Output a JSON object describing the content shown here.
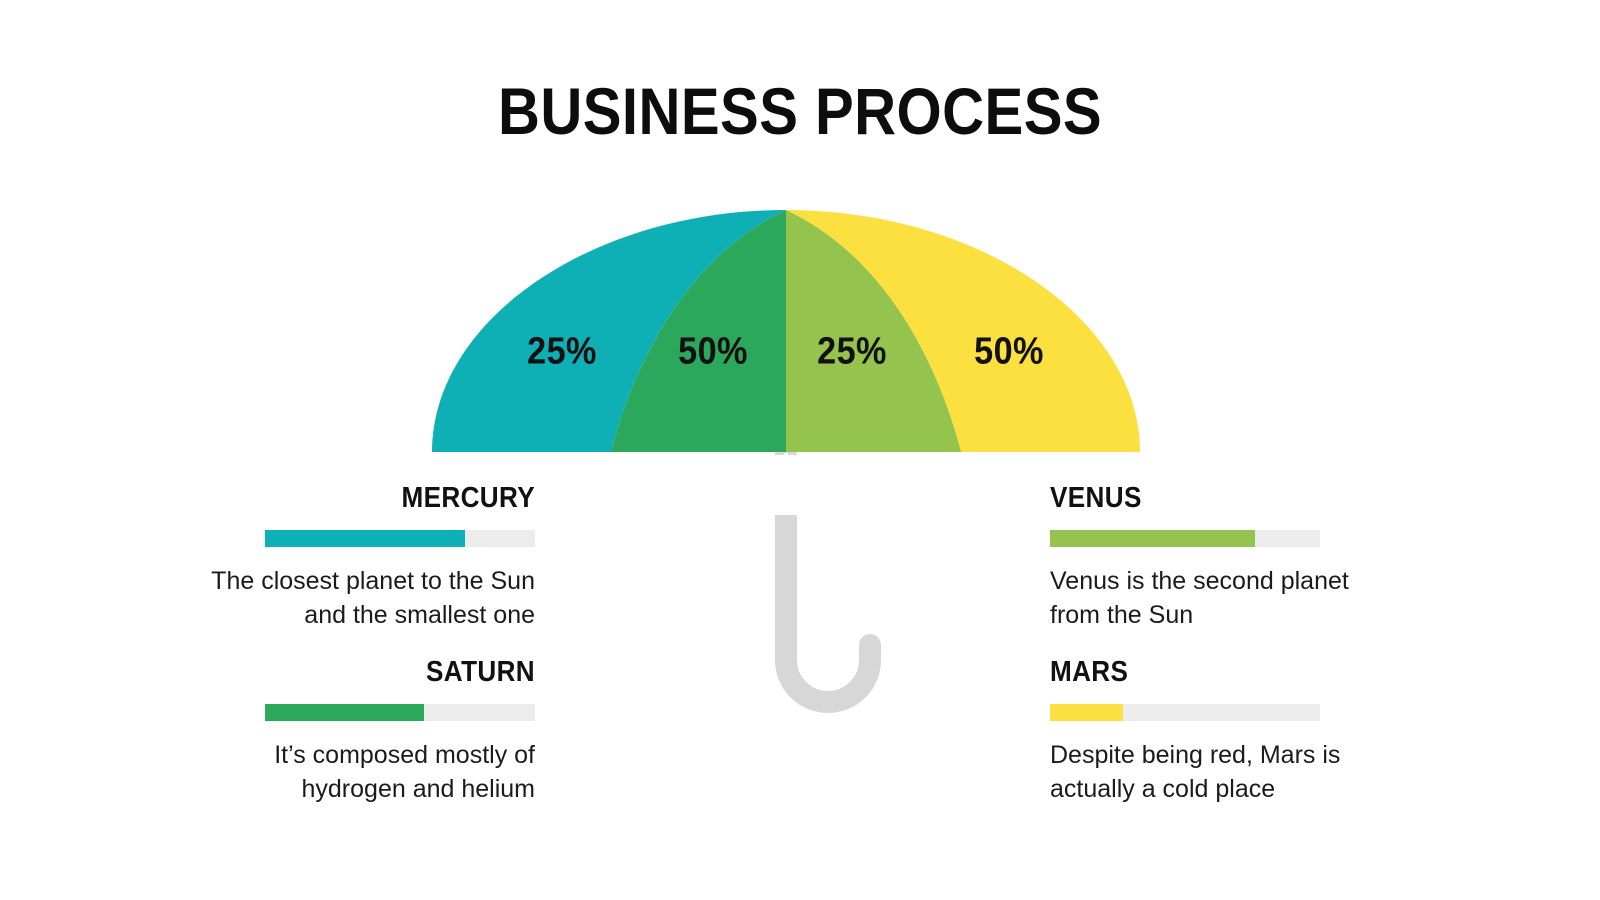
{
  "slide": {
    "title": "BUSINESS PROCESS",
    "background": "#ffffff"
  },
  "umbrella": {
    "handle_color": "#d7d7d7",
    "panels": [
      {
        "name": "teal-panel",
        "percent": "25%",
        "color": "#0fb0b5"
      },
      {
        "name": "green-panel",
        "percent": "50%",
        "color": "#2ba85c"
      },
      {
        "name": "light-green-panel",
        "percent": "25%",
        "color": "#95c44e"
      },
      {
        "name": "yellow-panel",
        "percent": "50%",
        "color": "#fbe040"
      }
    ]
  },
  "items": [
    {
      "id": "mercury",
      "title": "MERCURY",
      "description": "The closest planet to the Sun and the smallest one",
      "color": "#0fb0b5",
      "track_color": "#ececec",
      "progress": 74,
      "side": "left"
    },
    {
      "id": "venus",
      "title": "VENUS",
      "description": "Venus is the second planet from the Sun",
      "color": "#95c44e",
      "track_color": "#ececec",
      "progress": 76,
      "side": "right"
    },
    {
      "id": "saturn",
      "title": "SATURN",
      "description": "It’s composed mostly of hydrogen and helium",
      "color": "#2ba85c",
      "track_color": "#ececec",
      "progress": 59,
      "side": "left"
    },
    {
      "id": "mars",
      "title": "MARS",
      "description": "Despite being red, Mars is actually a cold place",
      "color": "#fbe040",
      "track_color": "#ececec",
      "progress": 27,
      "side": "right"
    }
  ],
  "chart_data": {
    "type": "bar",
    "title": "BUSINESS PROCESS",
    "categories": [
      "MERCURY",
      "VENUS",
      "SATURN",
      "MARS"
    ],
    "values": [
      74,
      76,
      59,
      27
    ],
    "unit": "%",
    "xlabel": "",
    "ylabel": "",
    "ylim": [
      0,
      100
    ],
    "grid": false,
    "legend": "none",
    "series_colors": [
      "#0fb0b5",
      "#95c44e",
      "#2ba85c",
      "#fbe040"
    ],
    "annotations": [
      "25%",
      "50%",
      "25%",
      "50%"
    ]
  }
}
